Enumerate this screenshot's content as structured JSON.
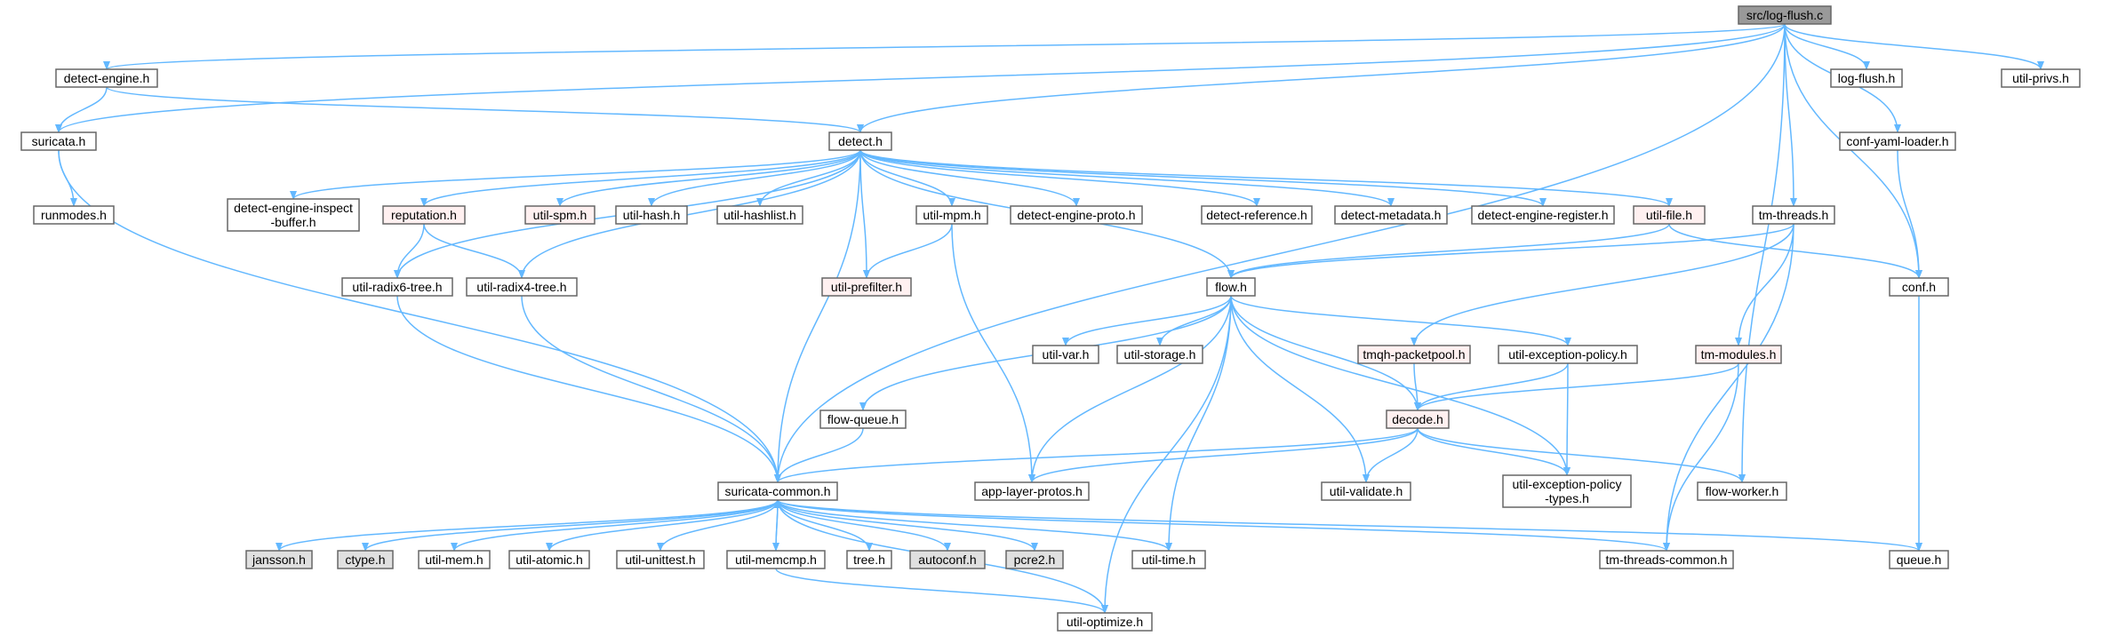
{
  "colors": {
    "edge": "#63b8ff",
    "node_fill": "#ffffff",
    "node_border": "#666666",
    "root_fill": "#999999",
    "truncated_border": "#ff0000",
    "truncated_fill": "#fff0f0",
    "external_fill": "#e0e0e0",
    "external_border": "#999999"
  },
  "nodes": [
    {
      "id": "log-flush-c",
      "label": "src/log-flush.c",
      "kind": "root"
    },
    {
      "id": "detect-engine-h",
      "label": "detect-engine.h",
      "kind": "normal"
    },
    {
      "id": "log-flush-h",
      "label": "log-flush.h",
      "kind": "normal"
    },
    {
      "id": "util-privs-h",
      "label": "util-privs.h",
      "kind": "normal"
    },
    {
      "id": "suricata-h",
      "label": "suricata.h",
      "kind": "normal"
    },
    {
      "id": "detect-h",
      "label": "detect.h",
      "kind": "normal"
    },
    {
      "id": "conf-yaml-loader-h",
      "label": "conf-yaml-loader.h",
      "kind": "normal"
    },
    {
      "id": "runmodes-h",
      "label": "runmodes.h",
      "kind": "normal"
    },
    {
      "id": "detect-engine-inspect-buffer-h",
      "label": "detect-engine-inspect\n-buffer.h",
      "kind": "normal"
    },
    {
      "id": "reputation-h",
      "label": "reputation.h",
      "kind": "truncated"
    },
    {
      "id": "util-spm-h",
      "label": "util-spm.h",
      "kind": "truncated"
    },
    {
      "id": "util-hash-h",
      "label": "util-hash.h",
      "kind": "normal"
    },
    {
      "id": "util-hashlist-h",
      "label": "util-hashlist.h",
      "kind": "normal"
    },
    {
      "id": "util-mpm-h",
      "label": "util-mpm.h",
      "kind": "normal"
    },
    {
      "id": "detect-engine-proto-h",
      "label": "detect-engine-proto.h",
      "kind": "normal"
    },
    {
      "id": "detect-reference-h",
      "label": "detect-reference.h",
      "kind": "normal"
    },
    {
      "id": "detect-metadata-h",
      "label": "detect-metadata.h",
      "kind": "normal"
    },
    {
      "id": "detect-engine-register-h",
      "label": "detect-engine-register.h",
      "kind": "normal"
    },
    {
      "id": "util-file-h",
      "label": "util-file.h",
      "kind": "truncated"
    },
    {
      "id": "tm-threads-h",
      "label": "tm-threads.h",
      "kind": "normal"
    },
    {
      "id": "util-radix6-tree-h",
      "label": "util-radix6-tree.h",
      "kind": "normal"
    },
    {
      "id": "util-radix4-tree-h",
      "label": "util-radix4-tree.h",
      "kind": "normal"
    },
    {
      "id": "util-prefilter-h",
      "label": "util-prefilter.h",
      "kind": "truncated"
    },
    {
      "id": "flow-h",
      "label": "flow.h",
      "kind": "normal"
    },
    {
      "id": "conf-h",
      "label": "conf.h",
      "kind": "normal"
    },
    {
      "id": "util-var-h",
      "label": "util-var.h",
      "kind": "normal"
    },
    {
      "id": "util-storage-h",
      "label": "util-storage.h",
      "kind": "normal"
    },
    {
      "id": "tmqh-packetpool-h",
      "label": "tmqh-packetpool.h",
      "kind": "truncated"
    },
    {
      "id": "util-exception-policy-h",
      "label": "util-exception-policy.h",
      "kind": "normal"
    },
    {
      "id": "tm-modules-h",
      "label": "tm-modules.h",
      "kind": "truncated"
    },
    {
      "id": "flow-queue-h",
      "label": "flow-queue.h",
      "kind": "normal"
    },
    {
      "id": "decode-h",
      "label": "decode.h",
      "kind": "truncated"
    },
    {
      "id": "suricata-common-h",
      "label": "suricata-common.h",
      "kind": "normal"
    },
    {
      "id": "app-layer-protos-h",
      "label": "app-layer-protos.h",
      "kind": "normal"
    },
    {
      "id": "util-validate-h",
      "label": "util-validate.h",
      "kind": "normal"
    },
    {
      "id": "util-exception-policy-types-h",
      "label": "util-exception-policy\n-types.h",
      "kind": "normal"
    },
    {
      "id": "flow-worker-h",
      "label": "flow-worker.h",
      "kind": "normal"
    },
    {
      "id": "jansson-h",
      "label": "jansson.h",
      "kind": "external"
    },
    {
      "id": "ctype-h",
      "label": "ctype.h",
      "kind": "external"
    },
    {
      "id": "util-mem-h",
      "label": "util-mem.h",
      "kind": "normal"
    },
    {
      "id": "util-atomic-h",
      "label": "util-atomic.h",
      "kind": "normal"
    },
    {
      "id": "util-unittest-h",
      "label": "util-unittest.h",
      "kind": "normal"
    },
    {
      "id": "util-memcmp-h",
      "label": "util-memcmp.h",
      "kind": "normal"
    },
    {
      "id": "tree-h",
      "label": "tree.h",
      "kind": "normal"
    },
    {
      "id": "autoconf-h",
      "label": "autoconf.h",
      "kind": "external"
    },
    {
      "id": "pcre2-h",
      "label": "pcre2.h",
      "kind": "external"
    },
    {
      "id": "util-time-h",
      "label": "util-time.h",
      "kind": "normal"
    },
    {
      "id": "tm-threads-common-h",
      "label": "tm-threads-common.h",
      "kind": "normal"
    },
    {
      "id": "queue-h",
      "label": "queue.h",
      "kind": "normal"
    },
    {
      "id": "util-optimize-h",
      "label": "util-optimize.h",
      "kind": "normal"
    }
  ],
  "edges": [
    [
      "log-flush-c",
      "detect-engine-h"
    ],
    [
      "log-flush-c",
      "suricata-h"
    ],
    [
      "log-flush-c",
      "detect-h"
    ],
    [
      "log-flush-c",
      "log-flush-h"
    ],
    [
      "log-flush-c",
      "util-privs-h"
    ],
    [
      "log-flush-c",
      "conf-yaml-loader-h"
    ],
    [
      "log-flush-c",
      "conf-h"
    ],
    [
      "log-flush-c",
      "tm-threads-h"
    ],
    [
      "log-flush-c",
      "flow-worker-h"
    ],
    [
      "log-flush-c",
      "suricata-common-h"
    ],
    [
      "detect-engine-h",
      "suricata-h"
    ],
    [
      "detect-engine-h",
      "detect-h"
    ],
    [
      "suricata-h",
      "runmodes-h"
    ],
    [
      "suricata-h",
      "suricata-common-h"
    ],
    [
      "detect-h",
      "detect-engine-inspect-buffer-h"
    ],
    [
      "detect-h",
      "reputation-h"
    ],
    [
      "detect-h",
      "util-spm-h"
    ],
    [
      "detect-h",
      "util-hash-h"
    ],
    [
      "detect-h",
      "util-hashlist-h"
    ],
    [
      "detect-h",
      "util-mpm-h"
    ],
    [
      "detect-h",
      "detect-engine-proto-h"
    ],
    [
      "detect-h",
      "detect-reference-h"
    ],
    [
      "detect-h",
      "detect-metadata-h"
    ],
    [
      "detect-h",
      "detect-engine-register-h"
    ],
    [
      "detect-h",
      "util-file-h"
    ],
    [
      "detect-h",
      "util-radix6-tree-h"
    ],
    [
      "detect-h",
      "util-radix4-tree-h"
    ],
    [
      "detect-h",
      "util-prefilter-h"
    ],
    [
      "detect-h",
      "flow-h"
    ],
    [
      "detect-h",
      "suricata-common-h"
    ],
    [
      "reputation-h",
      "util-radix6-tree-h"
    ],
    [
      "reputation-h",
      "util-radix4-tree-h"
    ],
    [
      "util-mpm-h",
      "util-prefilter-h"
    ],
    [
      "util-mpm-h",
      "app-layer-protos-h"
    ],
    [
      "util-file-h",
      "flow-h"
    ],
    [
      "util-file-h",
      "conf-h"
    ],
    [
      "conf-yaml-loader-h",
      "conf-h"
    ],
    [
      "tm-threads-h",
      "flow-h"
    ],
    [
      "tm-threads-h",
      "tmqh-packetpool-h"
    ],
    [
      "tm-threads-h",
      "tm-modules-h"
    ],
    [
      "tm-threads-h",
      "tm-threads-common-h"
    ],
    [
      "util-radix6-tree-h",
      "suricata-common-h"
    ],
    [
      "util-radix4-tree-h",
      "suricata-common-h"
    ],
    [
      "flow-h",
      "util-var-h"
    ],
    [
      "flow-h",
      "util-storage-h"
    ],
    [
      "flow-h",
      "flow-queue-h"
    ],
    [
      "flow-h",
      "util-exception-policy-h"
    ],
    [
      "flow-h",
      "decode-h"
    ],
    [
      "flow-h",
      "app-layer-protos-h"
    ],
    [
      "flow-h",
      "util-validate-h"
    ],
    [
      "flow-h",
      "util-exception-policy-types-h"
    ],
    [
      "flow-h",
      "util-time-h"
    ],
    [
      "flow-h",
      "util-optimize-h"
    ],
    [
      "conf-h",
      "queue-h"
    ],
    [
      "tmqh-packetpool-h",
      "decode-h"
    ],
    [
      "util-exception-policy-h",
      "decode-h"
    ],
    [
      "util-exception-policy-h",
      "util-exception-policy-types-h"
    ],
    [
      "tm-modules-h",
      "decode-h"
    ],
    [
      "tm-modules-h",
      "tm-threads-common-h"
    ],
    [
      "flow-queue-h",
      "suricata-common-h"
    ],
    [
      "decode-h",
      "suricata-common-h"
    ],
    [
      "decode-h",
      "app-layer-protos-h"
    ],
    [
      "decode-h",
      "util-validate-h"
    ],
    [
      "decode-h",
      "util-exception-policy-types-h"
    ],
    [
      "decode-h",
      "flow-worker-h"
    ],
    [
      "suricata-common-h",
      "jansson-h"
    ],
    [
      "suricata-common-h",
      "ctype-h"
    ],
    [
      "suricata-common-h",
      "util-mem-h"
    ],
    [
      "suricata-common-h",
      "util-atomic-h"
    ],
    [
      "suricata-common-h",
      "util-unittest-h"
    ],
    [
      "suricata-common-h",
      "util-memcmp-h"
    ],
    [
      "suricata-common-h",
      "tree-h"
    ],
    [
      "suricata-common-h",
      "autoconf-h"
    ],
    [
      "suricata-common-h",
      "pcre2-h"
    ],
    [
      "suricata-common-h",
      "util-time-h"
    ],
    [
      "suricata-common-h",
      "tm-threads-common-h"
    ],
    [
      "suricata-common-h",
      "queue-h"
    ],
    [
      "suricata-common-h",
      "util-optimize-h"
    ],
    [
      "util-memcmp-h",
      "suricata-common-h"
    ],
    [
      "util-memcmp-h",
      "util-optimize-h"
    ]
  ]
}
